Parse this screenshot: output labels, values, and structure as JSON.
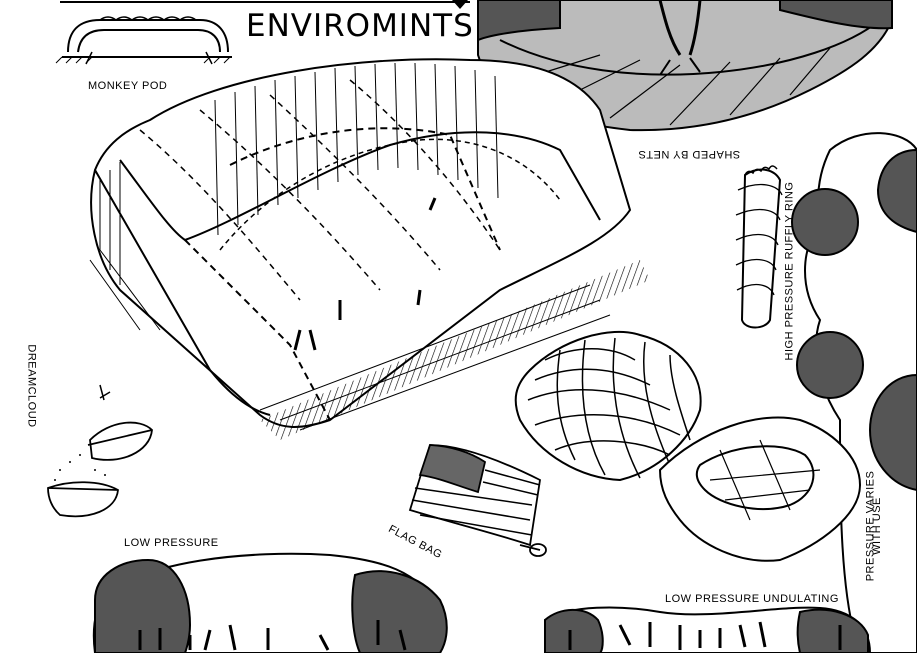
{
  "title": "ENVIROMINTS",
  "labels": {
    "monkey_pod": "MONKEY POD",
    "shaped_by_nets": "SHAPED BY NETS",
    "high_pressure_ruffly_ring": "HIGH PRESSURE RUFFLY RING",
    "dreamcloud": "DREAMCLOUD",
    "flag_bag": "FLAG BAG",
    "low_pressure": "LOW PRESSURE",
    "low_pressure_undulating": "LOW PRESSURE UNDULATING",
    "pressure_varies_line1": "PRESSURE VARIES",
    "pressure_varies_line2": "WITH USE"
  }
}
